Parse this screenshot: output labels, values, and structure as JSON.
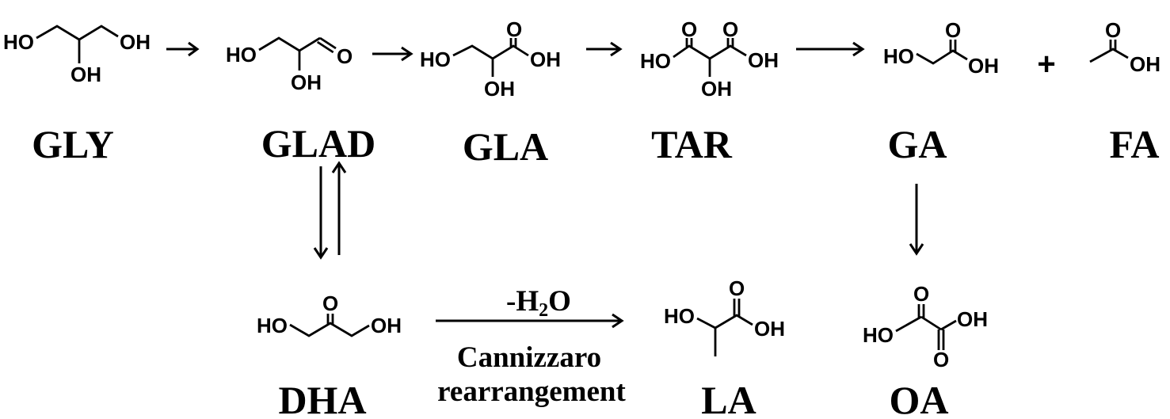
{
  "colors": {
    "ink": "#000000",
    "background": "#ffffff"
  },
  "compounds": {
    "gly": {
      "label": "GLY",
      "atoms": [
        "HO",
        "OH",
        "OH"
      ]
    },
    "glad": {
      "label": "GLAD",
      "atoms": [
        "HO",
        "O",
        "OH"
      ]
    },
    "gla": {
      "label": "GLA",
      "atoms": [
        "HO",
        "O",
        "OH",
        "OH"
      ]
    },
    "tar": {
      "label": "TAR",
      "atoms": [
        "HO",
        "O",
        "O",
        "OH",
        "OH"
      ]
    },
    "ga": {
      "label": "GA",
      "atoms": [
        "HO",
        "O",
        "OH"
      ]
    },
    "fa": {
      "label": "FA",
      "atoms": [
        "O",
        "OH"
      ]
    },
    "dha": {
      "label": "DHA",
      "atoms": [
        "HO",
        "O",
        "OH"
      ]
    },
    "la": {
      "label": "LA",
      "atoms": [
        "HO",
        "O",
        "OH"
      ]
    },
    "oa": {
      "label": "OA",
      "atoms": [
        "HO",
        "O",
        "OH",
        "O"
      ]
    }
  },
  "plus_sign": "+",
  "dha_to_la": {
    "condition_above": {
      "prefix": "-H",
      "subscript": "2",
      "suffix": "O"
    },
    "condition_below": [
      "Cannizzaro",
      "rearrangement"
    ]
  }
}
